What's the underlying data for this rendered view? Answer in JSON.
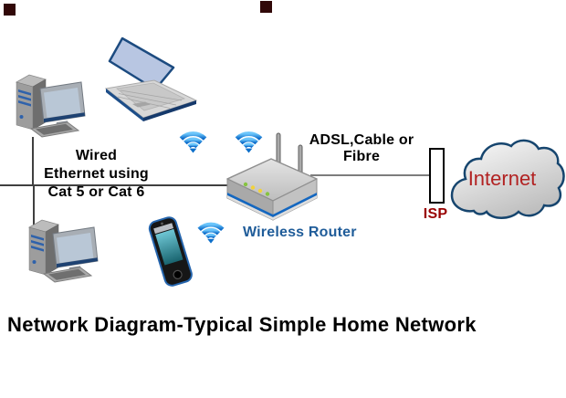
{
  "title": "Network Diagram-Typical Simple Home Network",
  "labels": {
    "wired_line1": "Wired",
    "wired_line2": "Ethernet using",
    "wired_line3": "Cat 5 or Cat 6",
    "wan_line1": "ADSL,Cable or",
    "wan_line2": "Fibre",
    "router": "Wireless Router",
    "isp": "ISP",
    "internet": "Internet"
  },
  "icons": {
    "desktop_computer": "isometric desktop PC with tower, monitor and keyboard (x2)",
    "laptop": "isometric laptop",
    "smartphone": "tilted smartphone with teal screen",
    "wifi_signal": "blue wifi arcs symbol (x3)",
    "wireless_router": "isometric router with two antennas and LEDs",
    "internet_cloud": "gray cloud outlined in dark blue",
    "isp_demarcation": "tall white rectangle with black border"
  },
  "colors": {
    "router_label_blue": "#1f5c99",
    "isp_red": "#990000",
    "internet_red": "#b22222",
    "wifi_blue_light": "#6cc6fb",
    "wifi_blue_dark": "#0a69c8",
    "ethernet_line": "#404040",
    "wan_line": "#7d7d7d",
    "cloud_border": "#16456e",
    "router_stripe_blue": "#1467c0",
    "marker_square": "#310808"
  }
}
